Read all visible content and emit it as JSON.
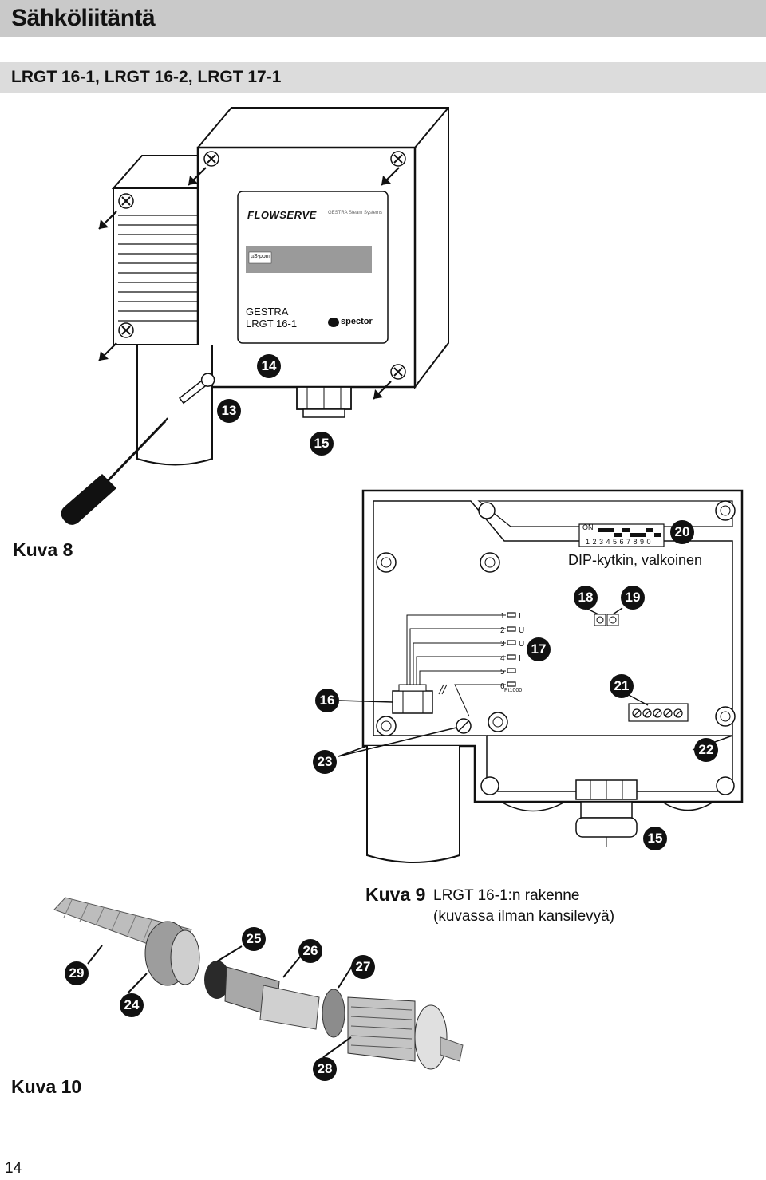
{
  "page_title": "Sähköliitäntä",
  "section_title": "LRGT 16-1, LRGT 16-2, LRGT 17-1",
  "figure8": {
    "caption": "Kuva 8",
    "brand": "FLOWSERVE",
    "brand_sub": "GESTRA Steam Systems",
    "display_label": "µS-ppm",
    "model_line1": "GESTRA",
    "model_line2": "LRGT 16-1",
    "spector": "spector",
    "callouts": [
      "14",
      "13",
      "15"
    ]
  },
  "figure9": {
    "caption_bold": "Kuva 9",
    "caption_line1": "LRGT 16-1:n rakenne",
    "caption_line2": "(kuvassa ilman kansilevyä)",
    "dip_label": "DIP-kytkin, valkoinen",
    "dip_on": "ON",
    "dip_numbers": "1 2 3 4 5 6 7 8 9 0",
    "terminal_numbers": [
      "1",
      "2",
      "3",
      "4",
      "5",
      "6"
    ],
    "terminal_letters": [
      "I",
      "U",
      "U",
      "I"
    ],
    "pt_label": "Pt1000",
    "callouts": [
      "20",
      "18",
      "19",
      "17",
      "16",
      "21",
      "23",
      "22",
      "15"
    ]
  },
  "figure10": {
    "caption": "Kuva 10",
    "callouts": [
      "25",
      "26",
      "27",
      "29",
      "24",
      "28"
    ]
  },
  "page_number": "14"
}
